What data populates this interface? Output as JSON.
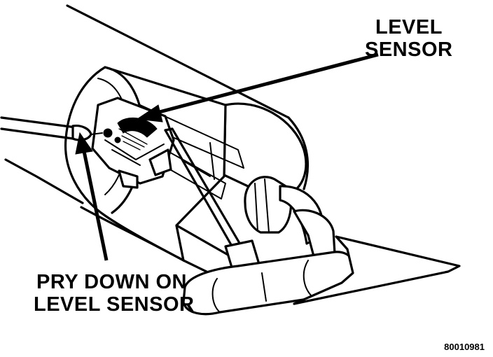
{
  "callouts": {
    "level_sensor": [
      "LEVEL",
      "SENSOR"
    ],
    "pry_down": [
      "PRY DOWN ON",
      "LEVEL SENSOR"
    ]
  },
  "figure_id": "80010981",
  "icons": [
    "level-sensor",
    "pry-tool",
    "fuel-pump-module",
    "fuel-tank"
  ],
  "colors": {
    "line": "#000000",
    "background": "#ffffff"
  }
}
